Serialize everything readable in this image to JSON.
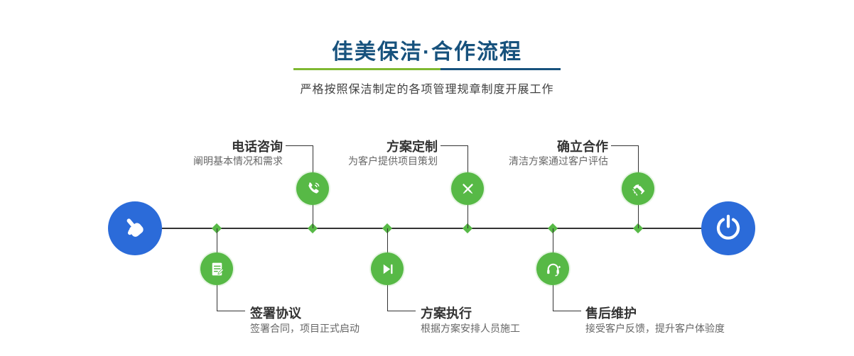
{
  "header": {
    "title": "佳美保洁·合作流程",
    "subtitle": "严格按照保洁制定的各项管理规章制度开展工作"
  },
  "colors": {
    "title_blue": "#17527d",
    "divider_green": "#7fb832",
    "node_green": "#57b946",
    "endpoint_blue": "#2b6bd9",
    "line": "#333333"
  },
  "steps_top": [
    {
      "title": "电话咨询",
      "desc": "阐明基本情况和需求",
      "icon": "phone-icon"
    },
    {
      "title": "方案定制",
      "desc": "为客户提供项目策划",
      "icon": "design-icon"
    },
    {
      "title": "确立合作",
      "desc": "清洁方案通过客户评估",
      "icon": "handshake-icon"
    }
  ],
  "steps_bottom": [
    {
      "title": "签署协议",
      "desc": "签署合同，项目正式启动",
      "icon": "contract-icon"
    },
    {
      "title": "方案执行",
      "desc": "根据方案安排人员施工",
      "icon": "execute-icon"
    },
    {
      "title": "售后维护",
      "desc": "接受客户反馈，提升客户体验度",
      "icon": "service-icon"
    }
  ],
  "endpoints": {
    "start_icon": "hand-pointer-icon",
    "end_icon": "power-icon"
  }
}
